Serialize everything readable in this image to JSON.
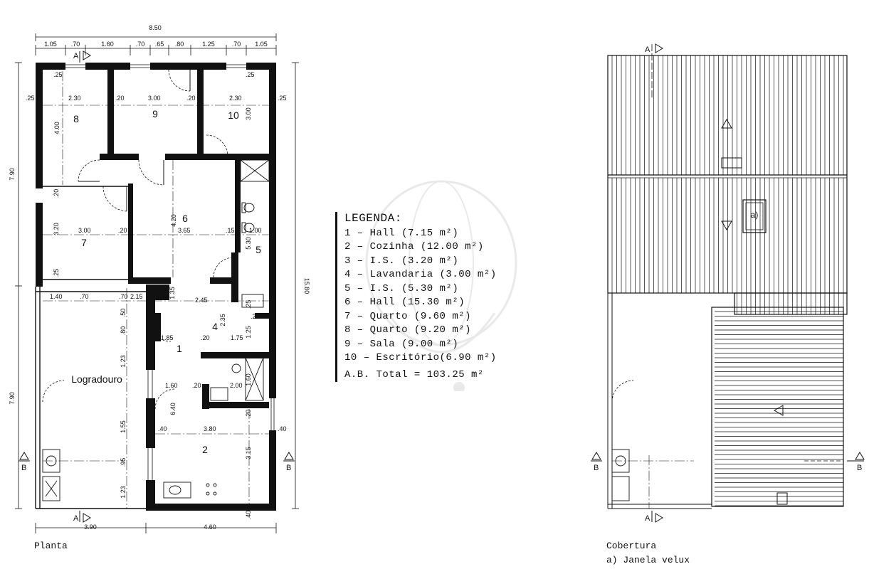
{
  "overall_width_label": "8.50",
  "top_dimensions": [
    "1.05",
    ".70",
    "1.60",
    ".70",
    ".65",
    ".80",
    "1.25",
    ".70",
    "1.05"
  ],
  "bottom_dimensions": [
    "3.90",
    "4.60"
  ],
  "left_dimensions": [
    "7.90",
    "7.90"
  ],
  "right_dimension": "15.80",
  "section_labels": {
    "a": "A",
    "b": "B"
  },
  "rooms": {
    "r1": "1",
    "r2": "2",
    "r4": "4",
    "r5": "5",
    "r6": "6",
    "r7": "7",
    "r8": "8",
    "r9": "9",
    "r10": "10",
    "logradouro": "Logradouro"
  },
  "interior_dimensions": {
    "d_25a": ".25",
    "d_25b": ".25",
    "d_25c": ".25",
    "d_25d": ".25",
    "d_25e": ".25",
    "d_230a": "2.30",
    "d_20a": ".20",
    "d_300a": "3.00",
    "d_20b": ".20",
    "d_230b": "2.30",
    "d_400": "4.00",
    "d_300v": "3.00",
    "d_20c": ".20",
    "d_20d": ".20",
    "d_320": "3.20",
    "d_300b": "3.00",
    "d_20e": ".20",
    "d_420": "4.20",
    "d_365": "3.65",
    "d_15": ".15",
    "d_100": "1.00",
    "d_530": "5.30",
    "d_25f": ".25",
    "d_140": "1.40",
    "d_70a": ".70",
    "d_70b": ".70",
    "d_215": "2.15",
    "d_135": "1.35",
    "d_245": "2.45",
    "d_50": ".50",
    "d_80": ".80",
    "d_235": "2.35",
    "d_25g": ".25",
    "d_185": "1.85",
    "d_20f": ".20",
    "d_175": "1.75",
    "d_125": "1.25",
    "d_123a": "1.23",
    "d_160a": "1.60",
    "d_20g": ".20",
    "d_200": "2.00",
    "d_160v": "1.60",
    "d_640": "6.40",
    "d_40a": ".40",
    "d_380": "3.80",
    "d_20h": ".20",
    "d_40b": ".40",
    "d_155": "1.55",
    "d_315": "3.15",
    "d_95": ".95",
    "d_123b": "1.23",
    "d_40c": ".40"
  },
  "legend": {
    "title": "LEGENDA:",
    "items": [
      "1 – Hall (7.15 m²)",
      "2 – Cozinha (12.00 m²)",
      "3 – I.S. (3.20 m²)",
      "4 – Lavandaria (3.00 m²)",
      "5 – I.S. (5.30 m²)",
      "6 – Hall (15.30 m²)",
      "7 – Quarto (9.60 m²)",
      "8 – Quarto (9.20 m²)",
      "9 – Sala (9.00 m²)",
      "10 – Escritório(6.90 m²)"
    ],
    "total": "A.B.   Total = 103.25 m²"
  },
  "roof": {
    "velux_label": "a)"
  },
  "captions": {
    "plan": "Planta",
    "roof": "Cobertura",
    "roof_note": "a) Janela velux"
  },
  "colors": {
    "line": "#111111",
    "background": "#ffffff"
  }
}
